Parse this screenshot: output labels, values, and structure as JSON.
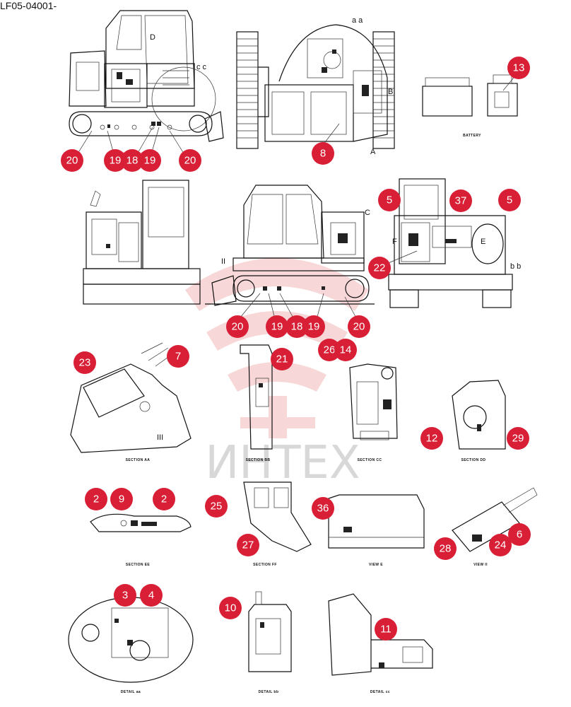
{
  "header": {
    "code": "LF05-04001-"
  },
  "watermark": {
    "text": "ИНТЕХ",
    "color": "#d9d9d9",
    "logo_color": "#f2b8b8"
  },
  "callout_color": "#d81f35",
  "view_labels": {
    "aa": "a a",
    "cc": "c c",
    "bb": "b b",
    "A": "A",
    "B": "B",
    "C": "C",
    "D": "D",
    "E": "E",
    "F": "F",
    "II": "II",
    "III": "III"
  },
  "captions": {
    "battery": "BATTERY",
    "section_aa": "SECTION AA",
    "section_bb": "SECTION BB",
    "section_cc": "SECTION CC",
    "section_dd": "SECTION DD",
    "section_ee": "SECTION EE",
    "section_ff": "SECTION FF",
    "view_e": "VIEW E",
    "view_ii": "VIEW II",
    "detail_aa": "DETAIL aa",
    "detail_bb": "DETAIL bb",
    "detail_cc": "DETAIL cc"
  },
  "callouts": {
    "c1": "20",
    "c2": "19",
    "c3": "18",
    "c4": "19",
    "c5": "20",
    "c6": "8",
    "c7": "13",
    "c8": "5",
    "c9": "37",
    "c10": "5",
    "c11": "22",
    "c12": "20",
    "c13": "19",
    "c14": "18",
    "c15": "19",
    "c16": "20",
    "c17": "23",
    "c18": "7",
    "c19": "21",
    "c20": "26",
    "c21": "14",
    "c22": "12",
    "c23": "29",
    "c24": "2",
    "c25": "9",
    "c26": "2",
    "c27": "25",
    "c28": "27",
    "c29": "36",
    "c30": "6",
    "c31": "28",
    "c32": "24",
    "c33": "3",
    "c34": "4",
    "c35": "10",
    "c36": "11"
  }
}
